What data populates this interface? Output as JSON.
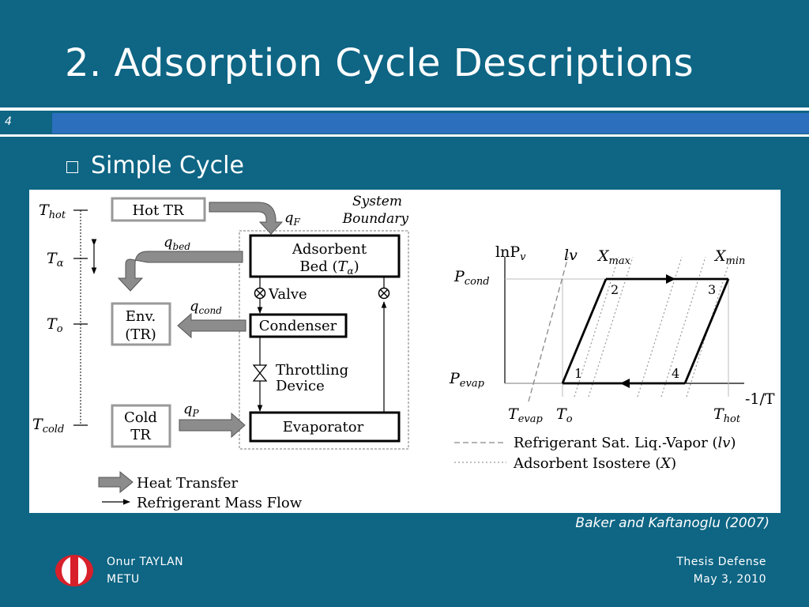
{
  "slide": {
    "title": "2. Adsorption Cycle Descriptions",
    "slide_number": "4",
    "bullet": "Simple Cycle",
    "citation": "Baker and Kaftanoglu (2007)"
  },
  "footer": {
    "author": "Onur TAYLAN",
    "institution": "METU",
    "event": "Thesis Defense",
    "date": "May 3, 2010"
  },
  "left_diagram": {
    "temps": {
      "hot_T": "T",
      "hot_sub": "hot",
      "alpha_T": "T",
      "alpha_sub": "α",
      "o_T": "T",
      "o_sub": "o",
      "cold_T": "T",
      "cold_sub": "cold"
    },
    "hot_tr": "Hot TR",
    "env_line1": "Env.",
    "env_line2": "(TR)",
    "cold_line1": "Cold",
    "cold_line2": "TR",
    "system_boundary_1": "System",
    "system_boundary_2": "Boundary",
    "q_F": "q",
    "q_F_sub": "F",
    "q_bed": "q",
    "q_bed_sub": "bed",
    "q_cond": "q",
    "q_cond_sub": "cond",
    "q_P": "q",
    "q_P_sub": "P",
    "adsorbent_1": "Adsorbent",
    "adsorbent_2": "Bed (",
    "adsorbent_T": "T",
    "adsorbent_sub": "α",
    "adsorbent_close": ")",
    "valve": "Valve",
    "condenser": "Condenser",
    "throttling_1": "Throttling",
    "throttling_2": "Device",
    "evaporator": "Evaporator",
    "legend_heat": "Heat Transfer",
    "legend_mass": "Refrigerant Mass Flow"
  },
  "right_diagram": {
    "y_axis": "lnP",
    "y_axis_sub": "v",
    "x_axis": "-1/T",
    "p_cond": "P",
    "p_cond_sub": "cond",
    "p_evap": "P",
    "p_evap_sub": "evap",
    "lv": "lv",
    "x_max": "X",
    "x_max_sub": "max",
    "x_min": "X",
    "x_min_sub": "min",
    "t_evap": "T",
    "t_evap_sub": "evap",
    "t_o": "T",
    "t_o_sub": "o",
    "t_hot": "T",
    "t_hot_sub": "hot",
    "pt1": "1",
    "pt2": "2",
    "pt3": "3",
    "pt4": "4",
    "legend_lv_text": "Refrigerant Sat. Liq.-Vapor (",
    "legend_lv_italic": "lv",
    "legend_lv_close": ")",
    "legend_x_text": "Adsorbent Isostere (",
    "legend_x_italic": "X",
    "legend_x_close": ")"
  },
  "colors": {
    "background": "#0e6584",
    "accent_bar": "#2b6fbd",
    "arrow_fill": "#8c8c8c",
    "logo_red": "#d8202a"
  }
}
